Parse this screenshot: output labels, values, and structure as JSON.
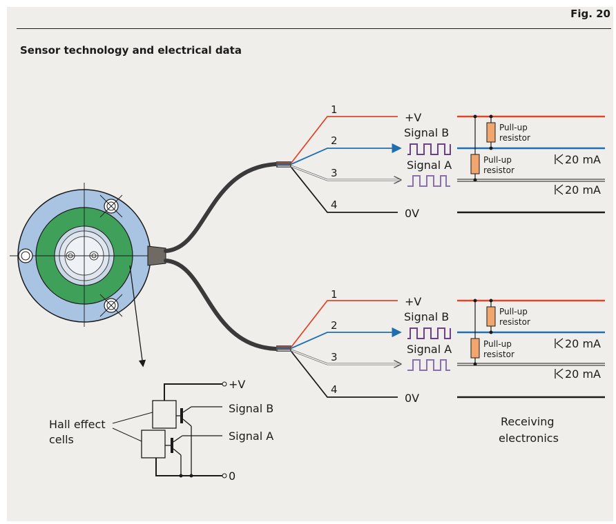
{
  "figure_label": "Fig. 20",
  "title": "Sensor technology and electrical data",
  "wiring": {
    "wire_numbers": [
      "1",
      "2",
      "3",
      "4"
    ],
    "supply": "+V",
    "ground": "0V",
    "signal_b": "Signal B",
    "signal_a": "Signal A",
    "pullup_line1": "Pull-up",
    "pullup_line2": "resistor",
    "current": "20 mA"
  },
  "receiving": {
    "line1": "Receiving",
    "line2": "electronics"
  },
  "hall": {
    "label_line1": "Hall effect",
    "label_line2": "cells",
    "supply": "+V",
    "signal_b": "Signal B",
    "signal_a": "Signal A",
    "ground": "0"
  },
  "colors": {
    "supply_wire": "#e0452c",
    "signal_b_wire": "#1f6eb0",
    "ground_wire": "#1a1a1a",
    "signal_pulse": "#6a3f8c",
    "resistor_fill": "#f2a66f",
    "housing_blue": "#a8c4e2",
    "magnet_green": "#3fa05a",
    "background": "#efeeea"
  }
}
